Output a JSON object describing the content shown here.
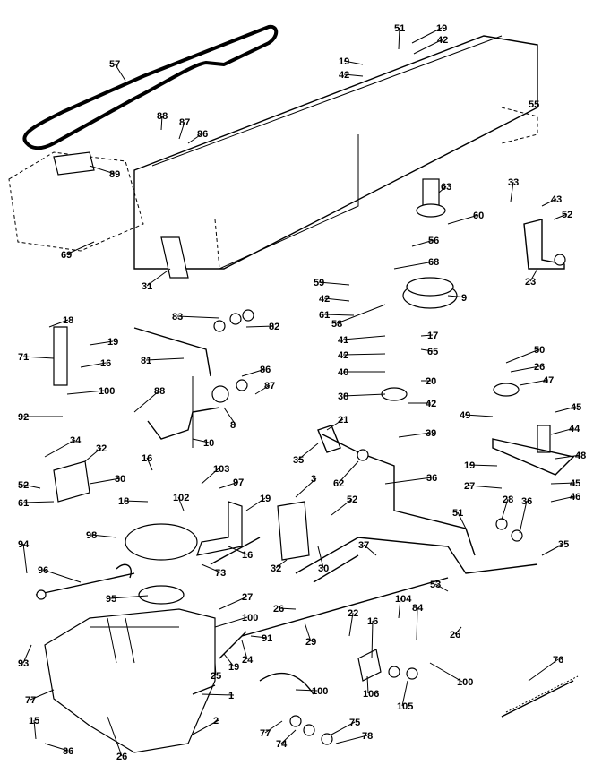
{
  "labels": [
    "57",
    "88",
    "87",
    "86",
    "89",
    "69",
    "31",
    "19",
    "42",
    "51",
    "19",
    "42",
    "63",
    "60",
    "56",
    "68",
    "59",
    "42",
    "61",
    "58",
    "9",
    "17",
    "65",
    "41",
    "42",
    "40",
    "38",
    "20",
    "42",
    "39",
    "33",
    "43",
    "52",
    "23",
    "50",
    "26",
    "47",
    "45",
    "44",
    "49",
    "48",
    "19",
    "27",
    "45",
    "46",
    "18",
    "19",
    "16",
    "71",
    "100",
    "92",
    "83",
    "82",
    "81",
    "86",
    "87",
    "88",
    "10",
    "8",
    "21",
    "35",
    "62",
    "36",
    "34",
    "32",
    "30",
    "52",
    "61",
    "16",
    "103",
    "97",
    "19",
    "18",
    "102",
    "16",
    "73",
    "98",
    "94",
    "96",
    "95",
    "3",
    "52",
    "32",
    "30",
    "51",
    "37",
    "28",
    "36",
    "35",
    "53",
    "26",
    "27",
    "100",
    "91",
    "24",
    "19",
    "25",
    "26",
    "29",
    "22",
    "16",
    "104",
    "84",
    "100",
    "106",
    "105",
    "100",
    "93",
    "77",
    "15",
    "86",
    "26",
    "1",
    "2",
    "77",
    "74",
    "75",
    "78",
    "76",
    "55"
  ]
}
